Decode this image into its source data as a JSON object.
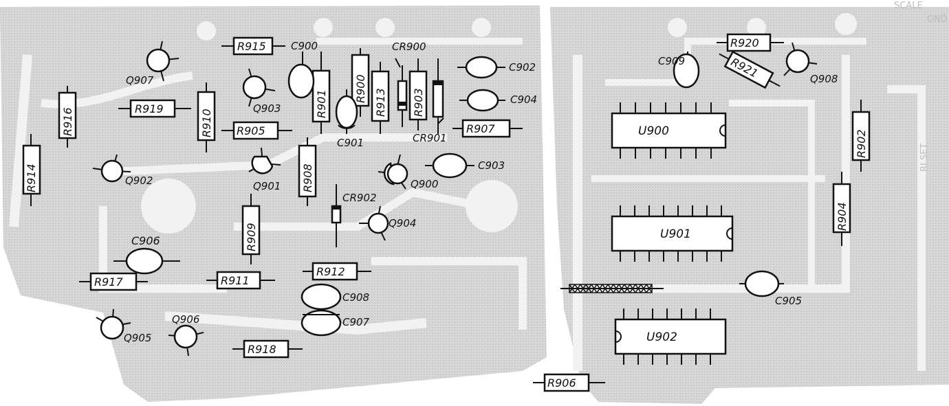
{
  "ghost_labels": {
    "top_right_1": "GND",
    "top_right_2": "SCALE",
    "right_edge": "RI SET"
  },
  "resistors": {
    "r915": "R915",
    "r919": "R919",
    "r916": "R916",
    "r914": "R914",
    "r910": "R910",
    "r905": "R905",
    "r901": "R901",
    "r900": "R900",
    "r913": "R913",
    "r903": "R903",
    "r907": "R907",
    "r908": "R908",
    "r909": "R909",
    "r912": "R912",
    "r911": "R911",
    "r917": "R917",
    "r918": "R918",
    "r920": "R920",
    "r921": "R921",
    "r902": "R902",
    "r904": "R904",
    "r906": "R906"
  },
  "transistors": {
    "q907": "Q907",
    "q903": "Q903",
    "q902": "Q902",
    "q901": "Q901",
    "q900": "Q900",
    "q904": "Q904",
    "q905": "Q905",
    "q906": "Q906",
    "q908": "Q908"
  },
  "capacitors": {
    "c900": "C900",
    "c901": "C901",
    "c902": "C902",
    "c904": "C904",
    "c903": "C903",
    "c906": "C906",
    "c908": "C908",
    "c907": "C907",
    "c909": "C909",
    "c905": "C905"
  },
  "diodes": {
    "cr900": "CR900",
    "cr901": "CR901",
    "cr902": "CR902"
  },
  "ics": {
    "u900": "U900",
    "u901": "U901",
    "u902": "U902"
  }
}
